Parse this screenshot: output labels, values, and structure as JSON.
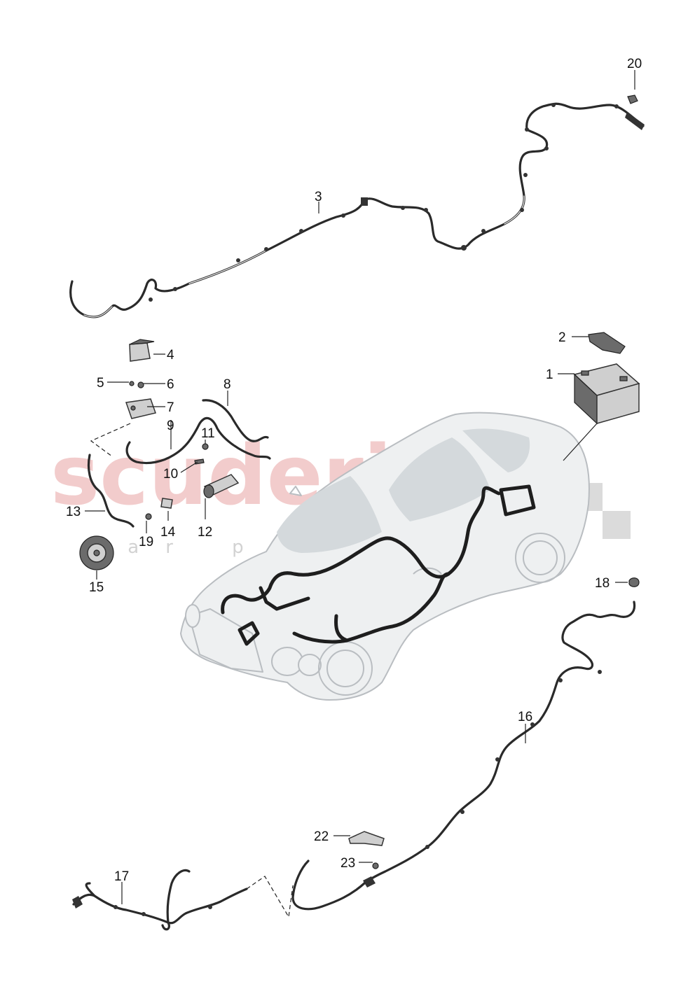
{
  "watermark": {
    "brand": "scuderia",
    "sub": "car parts"
  },
  "callouts": {
    "c1": "1",
    "c2": "2",
    "c3": "3",
    "c4": "4",
    "c5": "5",
    "c6": "6",
    "c7": "7",
    "c8": "8",
    "c9": "9",
    "c10": "10",
    "c11": "11",
    "c12": "12",
    "c13": "13",
    "c14": "14",
    "c15": "15",
    "c16": "16",
    "c17": "17",
    "c18": "18",
    "c19": "19",
    "c20": "20",
    "c22": "22",
    "c23": "23"
  }
}
